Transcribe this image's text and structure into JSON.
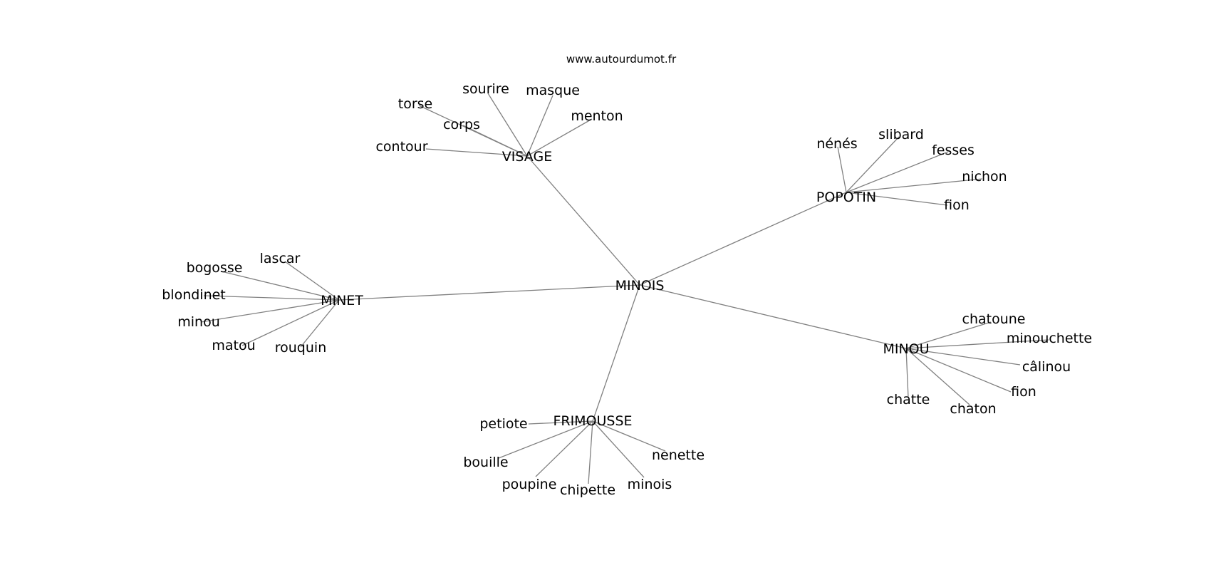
{
  "site": "www.autourdumot.fr",
  "root": "MINOIS",
  "hubs": [
    {
      "id": "visage",
      "label": "VISAGE",
      "children": [
        "sourire",
        "masque",
        "torse",
        "corps",
        "menton",
        "contour"
      ]
    },
    {
      "id": "popotin",
      "label": "POPOTIN",
      "children": [
        "nénés",
        "slibard",
        "fesses",
        "nichon",
        "fion"
      ]
    },
    {
      "id": "minet",
      "label": "MINET",
      "children": [
        "lascar",
        "bogosse",
        "blondinet",
        "minou",
        "matou",
        "rouquin"
      ]
    },
    {
      "id": "minou",
      "label": "MINOU",
      "children": [
        "chatoune",
        "minouchette",
        "câlinou",
        "fion",
        "chatte",
        "chaton"
      ]
    },
    {
      "id": "frimousse",
      "label": "FRIMOUSSE",
      "children": [
        "petiote",
        "bouille",
        "poupine",
        "chipette",
        "minois",
        "nenette"
      ]
    }
  ],
  "colors": {
    "edge": "#808080",
    "text": "#000000",
    "background": "#ffffff"
  }
}
